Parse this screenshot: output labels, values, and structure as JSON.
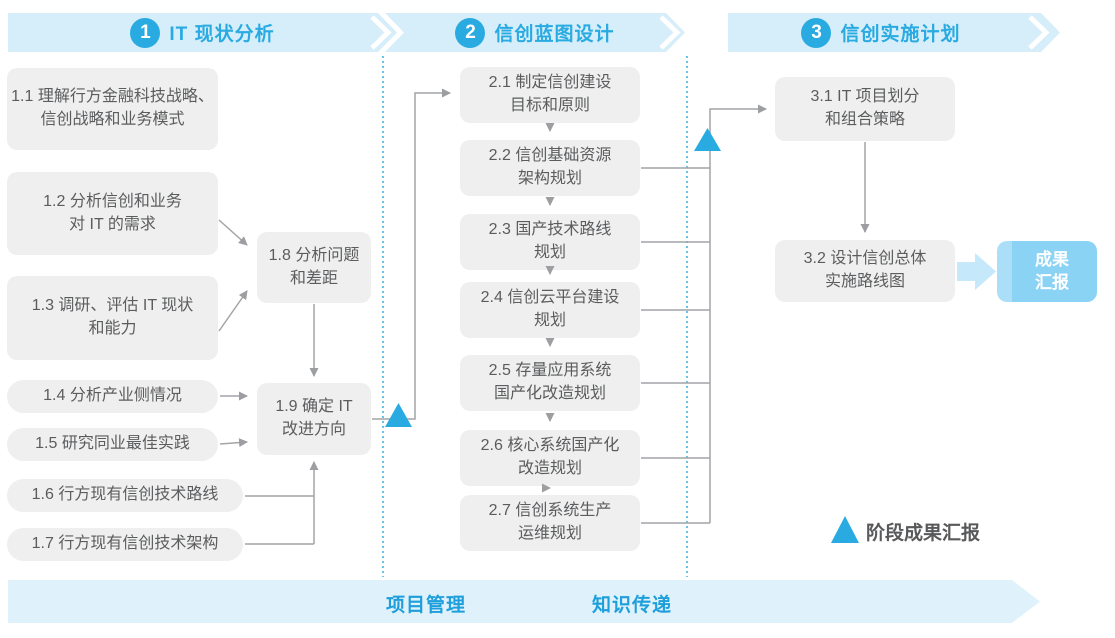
{
  "phases": [
    {
      "num": "1",
      "title": "IT 现状分析"
    },
    {
      "num": "2",
      "title": "信创蓝图设计"
    },
    {
      "num": "3",
      "title": "信创实施计划"
    }
  ],
  "p1": {
    "b11": {
      "l1": "1.1 理解行方金融科技战略、",
      "l2": "信创战略和业务模式"
    },
    "b12": {
      "l1": "1.2 分析信创和业务",
      "l2": "对 IT 的需求"
    },
    "b13": {
      "l1": "1.3 调研、评估 IT 现状",
      "l2": "和能力"
    },
    "b14": {
      "text": "1.4 分析产业侧情况"
    },
    "b15": {
      "text": "1.5 研究同业最佳实践"
    },
    "b16": {
      "text": "1.6 行方现有信创技术路线"
    },
    "b17": {
      "text": "1.7 行方现有信创技术架构"
    },
    "b18": {
      "l1": "1.8 分析问题",
      "l2": "和差距"
    },
    "b19": {
      "l1": "1.9 确定 IT",
      "l2": "改进方向"
    }
  },
  "p2": {
    "b21": {
      "l1": "2.1 制定信创建设",
      "l2": "目标和原则"
    },
    "b22": {
      "l1": "2.2 信创基础资源",
      "l2": "架构规划"
    },
    "b23": {
      "l1": "2.3 国产技术路线",
      "l2": "规划"
    },
    "b24": {
      "l1": "2.4 信创云平台建设",
      "l2": "规划"
    },
    "b25": {
      "l1": "2.5 存量应用系统",
      "l2": "国产化改造规划"
    },
    "b26": {
      "l1": "2.6 核心系统国产化",
      "l2": "改造规划"
    },
    "b27": {
      "l1": "2.7 信创系统生产",
      "l2": "运维规划"
    }
  },
  "p3": {
    "b31": {
      "l1": "3.1 IT 项目划分",
      "l2": "和组合策略"
    },
    "b32": {
      "l1": "3.2 设计信创总体",
      "l2": "实施路线图"
    },
    "result": {
      "l1": "成果",
      "l2": "汇报"
    }
  },
  "legend": {
    "label": "阶段成果汇报"
  },
  "bottom": {
    "pm": "项目管理",
    "kt": "知识传递"
  },
  "colors": {
    "accent": "#29ABE2",
    "band": "#D6EDFA",
    "box_fill": "#EFEFEF",
    "box_text": "#5B5C5E",
    "line": "#A2A4A7",
    "result_fill": "#8BD3F4",
    "result_stripe": "#ABDFF8",
    "thick_arrow": "#C5E8FA",
    "bottom_band": "#DFF2FB"
  }
}
